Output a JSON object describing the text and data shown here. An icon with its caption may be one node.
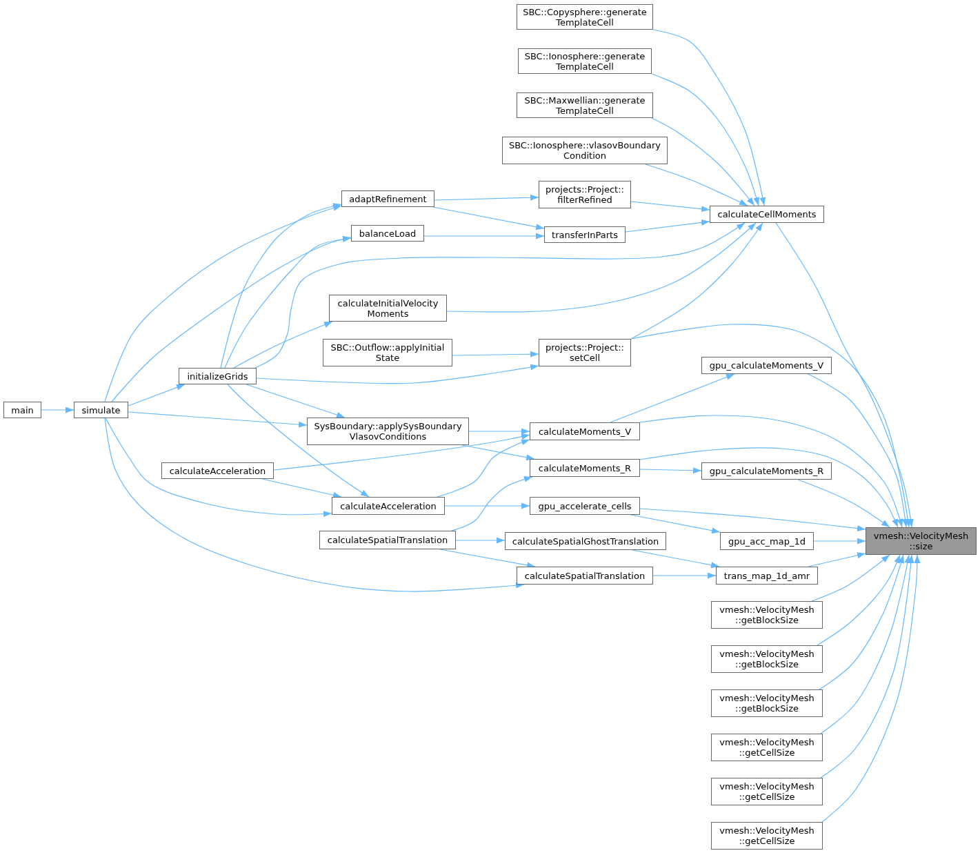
{
  "diagram": {
    "nodes": [
      {
        "text": [
          "SBC::Copysphere::generate TemplateCell"
        ]
      },
      {
        "text": [
          "SBC::Ionosphere::generate TemplateCell"
        ]
      },
      {
        "text": [
          "SBC::Maxwellian::generate TemplateCell"
        ]
      },
      {
        "text": [
          "SBC::Ionosphere::vlasovBoundary Condition"
        ]
      },
      {
        "text": [
          "projects::Project:: filterRefined"
        ]
      },
      {
        "text": [
          "adaptRefinement"
        ]
      },
      {
        "text": [
          "calculateCellMoments"
        ]
      },
      {
        "text": [
          "balanceLoad"
        ]
      },
      {
        "text": [
          "transferInParts"
        ]
      },
      {
        "text": [
          "calculateInitialVelocity Moments"
        ]
      },
      {
        "text": [
          "SBC::Outflow::applyInitial State"
        ]
      },
      {
        "text": [
          "projects::Project:: setCell"
        ]
      },
      {
        "text": [
          "gpu_calculateMoments_V"
        ]
      },
      {
        "text": [
          "initializeGrids"
        ]
      },
      {
        "text": [
          "main"
        ]
      },
      {
        "text": [
          "simulate"
        ]
      },
      {
        "text": [
          "SysBoundary::applySysBoundary VlasovConditions"
        ]
      },
      {
        "text": [
          "calculateMoments_V"
        ]
      },
      {
        "text": [
          "calculateAcceleration"
        ]
      },
      {
        "text": [
          "calculateMoments_R"
        ]
      },
      {
        "text": [
          "gpu_calculateMoments_R"
        ]
      },
      {
        "text": [
          "calculateAcceleration"
        ]
      },
      {
        "text": [
          "gpu_accelerate_cells"
        ]
      },
      {
        "text": [
          "calculateSpatialTranslation"
        ]
      },
      {
        "text": [
          "calculateSpatialGhostTranslation"
        ]
      },
      {
        "text": [
          "gpu_acc_map_1d"
        ]
      },
      {
        "text": [
          "vmesh::VelocityMesh ::size"
        ]
      },
      {
        "text": [
          "calculateSpatialTranslation"
        ]
      },
      {
        "text": [
          "trans_map_1d_amr"
        ]
      },
      {
        "text": [
          "vmesh::VelocityMesh ::getBlockSize"
        ]
      },
      {
        "text": [
          "vmesh::VelocityMesh ::getBlockSize"
        ]
      },
      {
        "text": [
          "vmesh::VelocityMesh ::getBlockSize"
        ]
      },
      {
        "text": [
          "vmesh::VelocityMesh ::getCellSize"
        ]
      },
      {
        "text": [
          "vmesh::VelocityMesh ::getCellSize"
        ]
      },
      {
        "text": [
          "vmesh::VelocityMesh ::getCellSize"
        ]
      }
    ],
    "edges": [
      {
        "from": 0,
        "to": 6,
        "arrow": "to"
      },
      {
        "from": 1,
        "to": 6,
        "arrow": "to"
      },
      {
        "from": 2,
        "to": 6,
        "arrow": "to"
      },
      {
        "from": 3,
        "to": 6,
        "arrow": "to"
      },
      {
        "from": 4,
        "to": 6,
        "arrow": "to"
      },
      {
        "from": 8,
        "to": 6,
        "arrow": "to"
      },
      {
        "from": 13,
        "to": 6,
        "arrow": "to"
      },
      {
        "from": 9,
        "to": 6,
        "arrow": "to"
      },
      {
        "from": 11,
        "to": 6,
        "arrow": "to"
      },
      {
        "from": 6,
        "to": 26,
        "arrow": "to"
      },
      {
        "from": 5,
        "to": 4,
        "arrow": "to"
      },
      {
        "from": 5,
        "to": 8,
        "arrow": "to"
      },
      {
        "from": 7,
        "to": 8,
        "arrow": "to"
      },
      {
        "from": 13,
        "to": 5,
        "arrow": "to"
      },
      {
        "from": 15,
        "to": 5,
        "arrow": "to"
      },
      {
        "from": 13,
        "to": 7,
        "arrow": "to"
      },
      {
        "from": 15,
        "to": 7,
        "arrow": "to"
      },
      {
        "from": 13,
        "to": 9,
        "arrow": "to"
      },
      {
        "from": 10,
        "to": 11,
        "arrow": "to"
      },
      {
        "from": 13,
        "to": 11,
        "arrow": "to"
      },
      {
        "from": 11,
        "to": 26,
        "arrow": "to"
      },
      {
        "from": 15,
        "to": 13,
        "arrow": "to"
      },
      {
        "from": 14,
        "to": 15,
        "arrow": "to"
      },
      {
        "from": 12,
        "to": 26,
        "arrow": "to"
      },
      {
        "from": 17,
        "to": 12,
        "arrow": "to"
      },
      {
        "from": 17,
        "to": 26,
        "arrow": "to"
      },
      {
        "from": 16,
        "to": 17,
        "arrow": "to"
      },
      {
        "from": 16,
        "to": 19,
        "arrow": "to"
      },
      {
        "from": 13,
        "to": 16,
        "arrow": "to"
      },
      {
        "from": 15,
        "to": 16,
        "arrow": "to"
      },
      {
        "from": 18,
        "to": 17,
        "arrow": "to"
      },
      {
        "from": 21,
        "to": 17,
        "arrow": "to"
      },
      {
        "from": 19,
        "to": 26,
        "arrow": "to"
      },
      {
        "from": 19,
        "to": 20,
        "arrow": "to"
      },
      {
        "from": 20,
        "to": 26,
        "arrow": "to"
      },
      {
        "from": 18,
        "to": 21,
        "arrow": "to"
      },
      {
        "from": 15,
        "to": 21,
        "arrow": "to"
      },
      {
        "from": 13,
        "to": 21,
        "arrow": "to"
      },
      {
        "from": 21,
        "to": 22,
        "arrow": "to"
      },
      {
        "from": 22,
        "to": 26,
        "arrow": "to"
      },
      {
        "from": 22,
        "to": 25,
        "arrow": "to"
      },
      {
        "from": 25,
        "to": 26,
        "arrow": "to"
      },
      {
        "from": 23,
        "to": 19,
        "arrow": "to"
      },
      {
        "from": 23,
        "to": 24,
        "arrow": "to"
      },
      {
        "from": 23,
        "to": 27,
        "arrow": "to"
      },
      {
        "from": 24,
        "to": 28,
        "arrow": "to"
      },
      {
        "from": 27,
        "to": 28,
        "arrow": "to"
      },
      {
        "from": 28,
        "to": 26,
        "arrow": "to"
      },
      {
        "from": 15,
        "to": 27,
        "arrow": "to"
      },
      {
        "from": 29,
        "to": 26,
        "arrow": "to"
      },
      {
        "from": 30,
        "to": 26,
        "arrow": "to"
      },
      {
        "from": 31,
        "to": 26,
        "arrow": "to"
      },
      {
        "from": 32,
        "to": 26,
        "arrow": "to"
      },
      {
        "from": 33,
        "to": 26,
        "arrow": "to"
      },
      {
        "from": 34,
        "to": 26,
        "arrow": "to"
      }
    ]
  }
}
